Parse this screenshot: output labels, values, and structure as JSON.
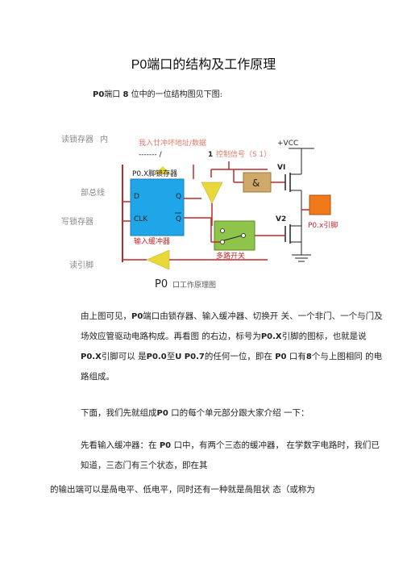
{
  "title": "P0端口的结构及工作原理",
  "intro": {
    "prefix": "P0",
    "mid": "端口",
    "num": "8",
    "suffix": "位中的一位结构图见下图:"
  },
  "diagram": {
    "labels": {
      "read_latch": "读锁存器",
      "inner": "内",
      "internal_bus": "部总线",
      "write_latch": "写锁存器",
      "read_pin": "读引脚",
      "addr_data": "我入廿冲坏地址/数据",
      "dashes": "------- /",
      "ctrl_num": "1",
      "ctrl_text": "控制信号（S 1）",
      "vcc": "+VCC",
      "latch_title": "P0.X脚锁存器",
      "d": "D",
      "q": "Q",
      "clk": "CLK",
      "qbar": "Q",
      "input_buffer": "输入缓冲器",
      "and": "&",
      "v1": "VI",
      "v2": "V2",
      "mux": "多路开关",
      "pin": "P0.x引脚",
      "caption_bold": "P0",
      "caption_rest": "口工作原理图"
    },
    "colors": {
      "latch_blue": "#1ea6e8",
      "buffer_yellow": "#e8d83a",
      "mux_green": "#8ec44a",
      "and_tan": "#cfa96a",
      "pin_orange": "#f07a1a",
      "wire_red": "#c0282a",
      "label_gray": "#888888"
    }
  },
  "paragraphs": {
    "p1_a": "由上图可见，",
    "p1_b": "P0",
    "p1_c": "端口由锁存器、输入缓冲器、切换开 关、一个非门、一个与门及场效应管驱动电路构成。再看图 的右边，标号为",
    "p1_d": "P0.X",
    "p1_e": "引脚的图标，也就是说",
    "p1_f": "P0.X",
    "p1_g": "引脚可以 是",
    "p1_h": "P0.0",
    "p1_i": "至",
    "p1_j": "U P0.7",
    "p1_k": "的任何一位，即在",
    "p1_l": "P0",
    "p1_m": "口有",
    "p1_n": "8",
    "p1_o": "个与上图相同 的电路组成。",
    "p2_a": "下面，我们先就组成",
    "p2_b": "P0",
    "p2_c": "口的每个单元部分跟大家介绍 一下：",
    "p3_a": "先看输入缓冲器：在",
    "p3_b": "P0",
    "p3_c": "口中，有两个三态的缓冲器，  在学数字电路时，我们已知道，三态门有三个状态，即在其",
    "p4": "的输出端可以是咼电平、低电平，同时还有一种就是咼阻状 态（或称为"
  }
}
